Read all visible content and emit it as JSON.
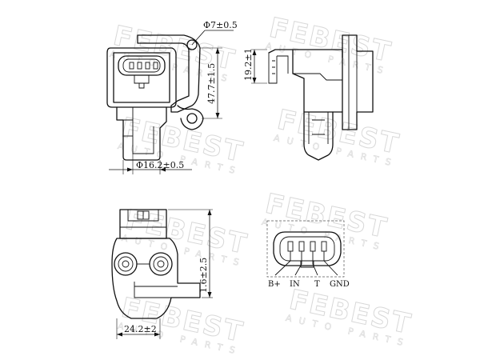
{
  "watermark": {
    "brand": "FEBEST",
    "tagline": "AUTO PARTS"
  },
  "dimensions": {
    "hole_diameter": "Φ7±0.5",
    "height_main": "47.7±1.5",
    "width_base": "Φ16.2±0.5",
    "connector_height": "19.2±1",
    "bottom_height": "1.6±2.5",
    "bottom_width": "24.2±2"
  },
  "connector_pins": [
    {
      "label": "B+"
    },
    {
      "label": "IN"
    },
    {
      "label": "T"
    },
    {
      "label": "GND"
    }
  ]
}
